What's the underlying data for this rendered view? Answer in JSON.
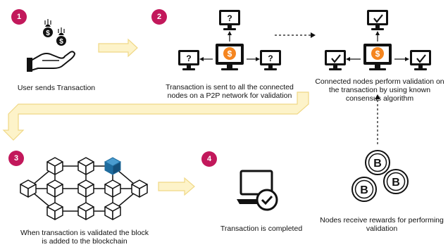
{
  "colors": {
    "step_badge": "#c2185b",
    "flow_arrow_fill": "#fdf3c9",
    "flow_arrow_stroke": "#f0d886",
    "monitor": "#111111",
    "coin": "#f5851f",
    "highlight_cube": "#1f6c9e"
  },
  "steps": [
    {
      "number": "1",
      "caption": [
        "User sends Transaction"
      ]
    },
    {
      "number": "2",
      "caption": [
        "Transaction is sent to all the connected",
        "nodes on a P2P network for validation"
      ]
    },
    {
      "number": "3",
      "caption": [
        "When transaction is validated the block",
        "is added to the blockchain"
      ]
    },
    {
      "number": "4",
      "caption": [
        "Transaction is completed"
      ]
    }
  ],
  "validation": {
    "caption": [
      "Connected nodes perform validation on",
      "the transaction by using known",
      "consensus algorithm"
    ]
  },
  "rewards": {
    "caption": [
      "Nodes receive rewards for performing",
      "validation"
    ]
  },
  "icons": {
    "unknown_mark": "?",
    "coin_symbol": "$",
    "bitcoin_symbol": "B"
  }
}
